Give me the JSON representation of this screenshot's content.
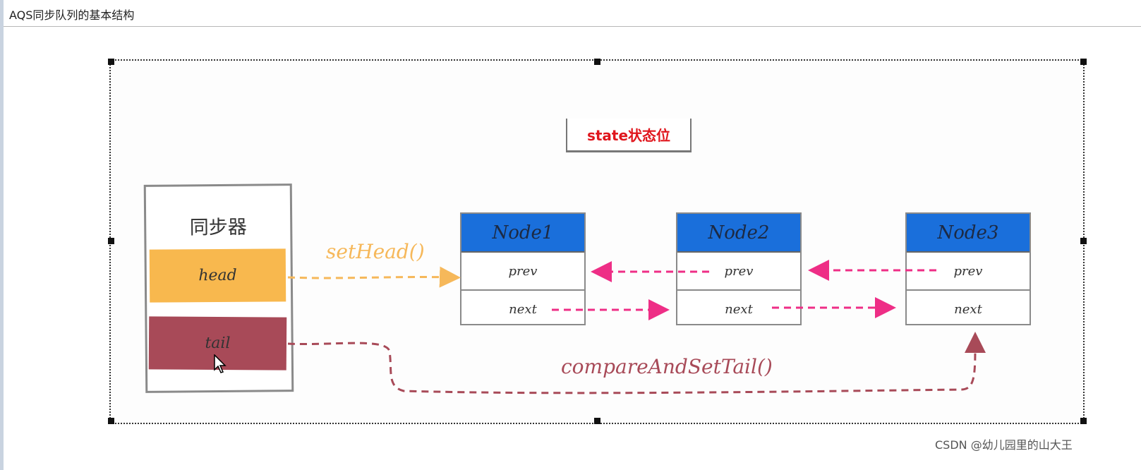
{
  "window": {
    "title": "AQS同步队列的基本结构"
  },
  "diagram": {
    "state_label": "state状态位",
    "synchronizer": {
      "title": "同步器",
      "head_label": "head",
      "tail_label": "tail"
    },
    "nodes": [
      {
        "name": "Node1",
        "prev": "prev",
        "next": "next"
      },
      {
        "name": "Node2",
        "prev": "prev",
        "next": "next"
      },
      {
        "name": "Node3",
        "prev": "prev",
        "next": "next"
      }
    ],
    "edge_labels": {
      "set_head": "setHead()",
      "compare_and_set_tail": "compareAndSetTail()"
    },
    "colors": {
      "head": "#f8b84e",
      "tail": "#a84a58",
      "node_header": "#1a6fdb",
      "pointer_arrow": "#ee2e86",
      "set_head_arrow": "#f6b85a",
      "tail_arrow": "#a84a58",
      "state_text": "#e0161d"
    }
  },
  "watermark": "CSDN @幼儿园里的山大王"
}
